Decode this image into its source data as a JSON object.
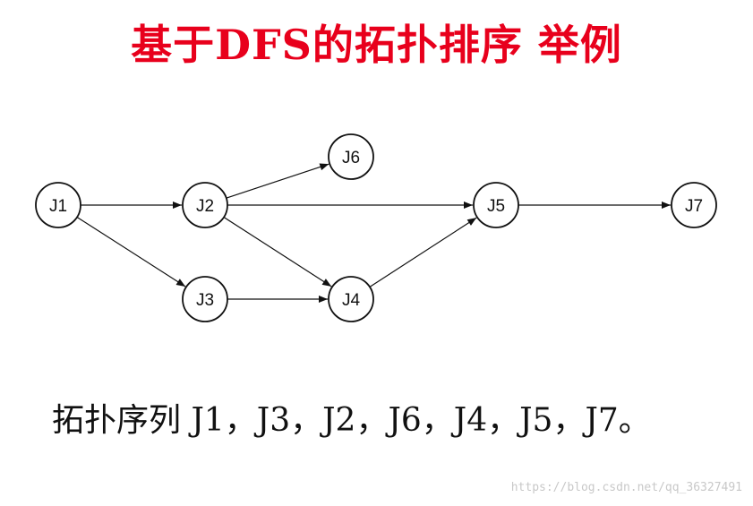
{
  "title": "基于DFS的拓扑排序 举例",
  "graph": {
    "nodes": [
      {
        "id": "J1",
        "label": "J1"
      },
      {
        "id": "J2",
        "label": "J2"
      },
      {
        "id": "J3",
        "label": "J3"
      },
      {
        "id": "J4",
        "label": "J4"
      },
      {
        "id": "J5",
        "label": "J5"
      },
      {
        "id": "J6",
        "label": "J6"
      },
      {
        "id": "J7",
        "label": "J7"
      }
    ],
    "edges": [
      {
        "from": "J1",
        "to": "J2"
      },
      {
        "from": "J1",
        "to": "J3"
      },
      {
        "from": "J2",
        "to": "J6"
      },
      {
        "from": "J2",
        "to": "J5"
      },
      {
        "from": "J2",
        "to": "J4"
      },
      {
        "from": "J3",
        "to": "J4"
      },
      {
        "from": "J4",
        "to": "J5"
      },
      {
        "from": "J5",
        "to": "J7"
      }
    ]
  },
  "caption": "拓扑序列 J1，J3，J2，J6，J4，J5，J7。",
  "watermark": "https://blog.csdn.net/qq_36327491"
}
